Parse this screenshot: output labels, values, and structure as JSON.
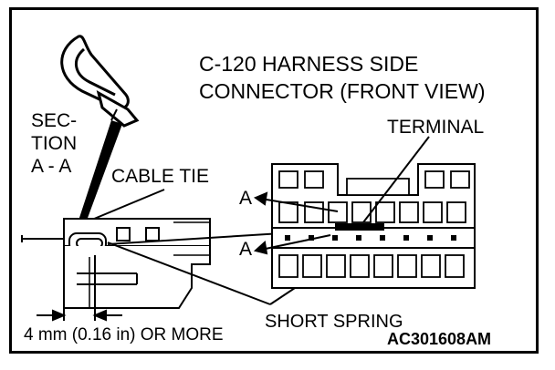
{
  "labels": {
    "title_line1": "C-120 HARNESS SIDE",
    "title_line2": "CONNECTOR (FRONT VIEW)",
    "section_line1": "SEC-",
    "section_line2": "TION",
    "section_line3": "A - A",
    "cable_tie": "CABLE TIE",
    "terminal": "TERMINAL",
    "arrow_upper": "A",
    "arrow_lower": "A",
    "short_spring": "SHORT SPRING",
    "dimension": "4 mm (0.16 in) OR MORE",
    "figure_code": "AC301608AM"
  },
  "colors": {
    "line": "#000000",
    "background": "#ffffff"
  }
}
